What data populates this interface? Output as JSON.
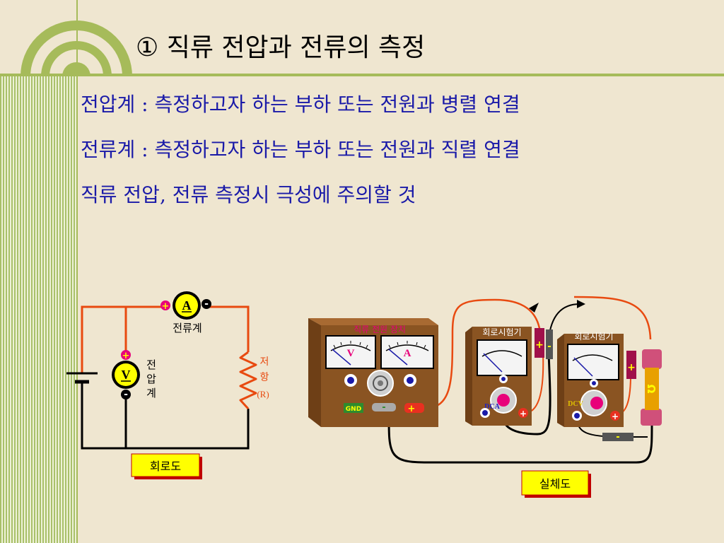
{
  "title": "① 직류 전압과 전류의 측정",
  "lines": [
    "전압계 : 측정하고자 하는  부하 또는 전원과 병렬 연결",
    "전류계 : 측정하고자 하는  부하 또는 전원과 직렬 연결",
    "직류 전압, 전류 측정시 극성에 주의할 것"
  ],
  "circuit": {
    "ammeter_symbol": "A",
    "ammeter_label": "전류계",
    "voltmeter_symbol": "V",
    "voltmeter_label": [
      "전",
      "압",
      "계"
    ],
    "resistor_label": [
      "저",
      "항",
      "(R)"
    ],
    "plus": "+",
    "minus": "-",
    "caption": "회로도"
  },
  "physical": {
    "power_supply_label": "직류 전원 장치",
    "meter_v": "V",
    "meter_a": "A",
    "gnd": "GND",
    "tester1_label": "회로시험기",
    "tester1_mode": "DCA",
    "tester2_label": "회로시험기",
    "tester2_mode": "DCV",
    "ohm": "Ω",
    "caption": "실체도"
  },
  "colors": {
    "text_blue": "#1a1aa8",
    "wire_red": "#e84a10",
    "meter_yellow": "#ffff00",
    "device_brown": "#8a5422",
    "frame_green": "#a6bb5a"
  }
}
